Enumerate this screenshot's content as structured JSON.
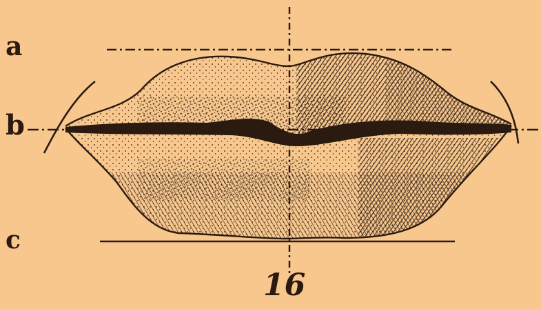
{
  "figure": {
    "labels": {
      "a": "a",
      "b": "b",
      "c": "c"
    },
    "figure_number": "16"
  },
  "colors": {
    "paper": "#f7c78e",
    "ink": "#2a1a10"
  }
}
